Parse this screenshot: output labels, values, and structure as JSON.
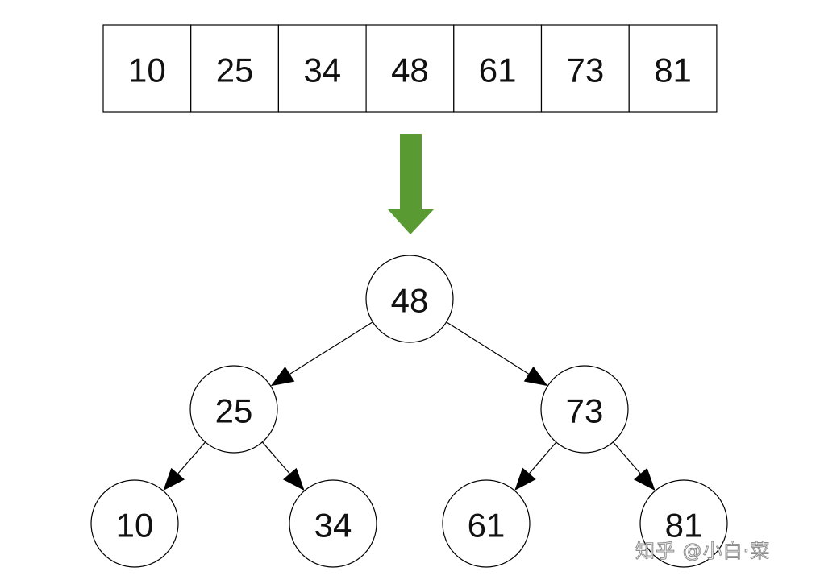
{
  "array": {
    "values": [
      "10",
      "25",
      "34",
      "48",
      "61",
      "73",
      "81"
    ]
  },
  "arrow": {
    "color": "#5a9a32"
  },
  "tree": {
    "nodes": [
      {
        "id": "n48",
        "label": "48"
      },
      {
        "id": "n25",
        "label": "25"
      },
      {
        "id": "n73",
        "label": "73"
      },
      {
        "id": "n10",
        "label": "10"
      },
      {
        "id": "n34",
        "label": "34"
      },
      {
        "id": "n61",
        "label": "61"
      },
      {
        "id": "n81",
        "label": "81"
      }
    ],
    "edges": [
      {
        "from": "n48",
        "to": "n25"
      },
      {
        "from": "n48",
        "to": "n73"
      },
      {
        "from": "n25",
        "to": "n10"
      },
      {
        "from": "n25",
        "to": "n34"
      },
      {
        "from": "n73",
        "to": "n61"
      },
      {
        "from": "n73",
        "to": "n81"
      }
    ]
  },
  "watermark": {
    "text": "知乎 @小白·菜"
  }
}
